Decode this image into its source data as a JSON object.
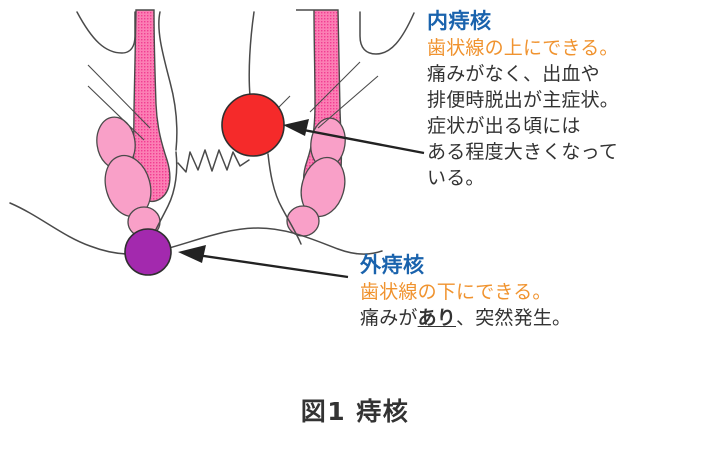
{
  "figure": {
    "caption": "図1 痔核"
  },
  "callouts": {
    "internal": {
      "title": "内痔核",
      "subtitle": "歯状線の上にできる。",
      "body_lines": [
        "痛みがなく、出血や",
        "排便時脱出が主症状。",
        "症状が出る頃には",
        "ある程度大きくなって",
        "いる。"
      ]
    },
    "external": {
      "title": "外痔核",
      "subtitle": "歯状線の下にできる。",
      "body_prefix": "痛みが",
      "body_emphasis": "あり",
      "body_suffix": "、突然発生。"
    }
  },
  "diagram": {
    "internal_hemorrhoid_label": "internal-hemorrhoid",
    "external_hemorrhoid_label": "external-hemorrhoid"
  },
  "colors": {
    "heading_blue": "#1a63ad",
    "subtitle_orange": "#f0932f",
    "body_gray": "#333333",
    "internal_hemorrhoid_red": "#f52a2a",
    "external_hemorrhoid_purple": "#a329ae",
    "sphincter_pink": "#fa6baa",
    "muscle_pink": "#f9a0c8",
    "outline_gray": "#4a4a4a"
  }
}
